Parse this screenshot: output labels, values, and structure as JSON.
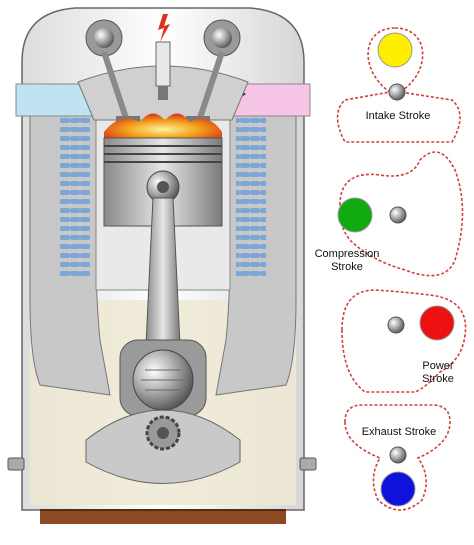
{
  "labels": {
    "intake": "Intake Stroke",
    "compression_line1": "Compression",
    "compression_line2": "Stroke",
    "power_line1": "Power",
    "power_line2": "Stroke",
    "exhaust": "Exhaust Stroke"
  },
  "colors": {
    "intake_dot": "#ffee00",
    "compression_dot": "#11aa11",
    "power_dot": "#ee1111",
    "exhaust_dot": "#1111dd",
    "intake_port": "#bfe3f2",
    "exhaust_port": "#f7c6e6",
    "combustion": "#f2a51c",
    "cooling_fins": "#7aa7d6",
    "oil_sump": "#efe8d2"
  },
  "icons": [
    "valve-icon",
    "spark-plug-icon",
    "piston-icon",
    "connecting-rod-icon",
    "crankshaft-icon",
    "camshaft-icon",
    "bolt-icon"
  ]
}
